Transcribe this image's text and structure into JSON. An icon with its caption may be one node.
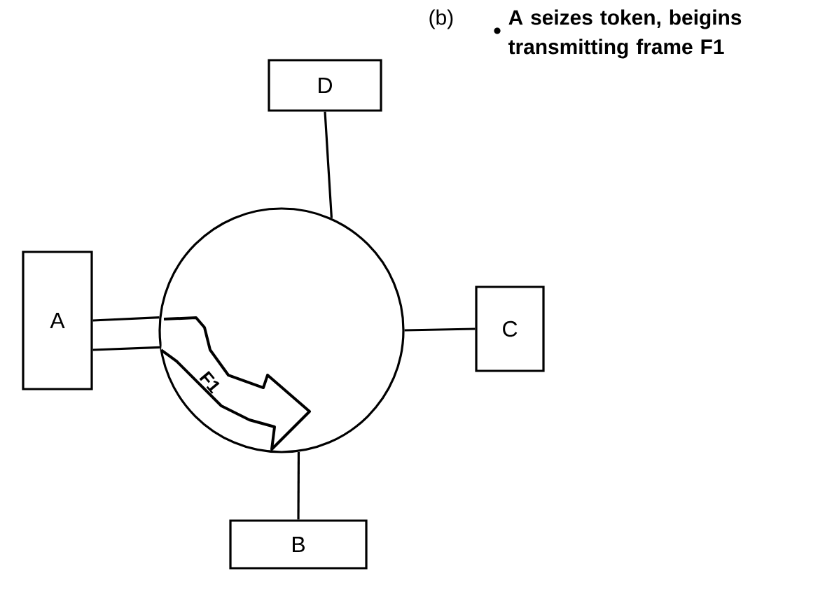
{
  "diagram": {
    "nodes": [
      {
        "text": [
          "A"
        ]
      },
      {
        "text": [
          "B"
        ]
      },
      {
        "text": [
          "C"
        ]
      },
      {
        "text": [
          "D"
        ]
      },
      {
        "text": [],
        "shape": "circle"
      }
    ],
    "edges": [
      {
        "from": 0,
        "to": 4,
        "arrow": "none"
      },
      {
        "from": 0,
        "to": 4,
        "arrow": "none"
      },
      {
        "from": 1,
        "to": 4,
        "arrow": "none"
      },
      {
        "from": 2,
        "to": 4,
        "arrow": "none"
      },
      {
        "from": 3,
        "to": 4,
        "arrow": "none"
      }
    ],
    "labels": [
      "(b)",
      "A seizes token, beigins transmitting frame F1",
      "F1"
    ]
  }
}
